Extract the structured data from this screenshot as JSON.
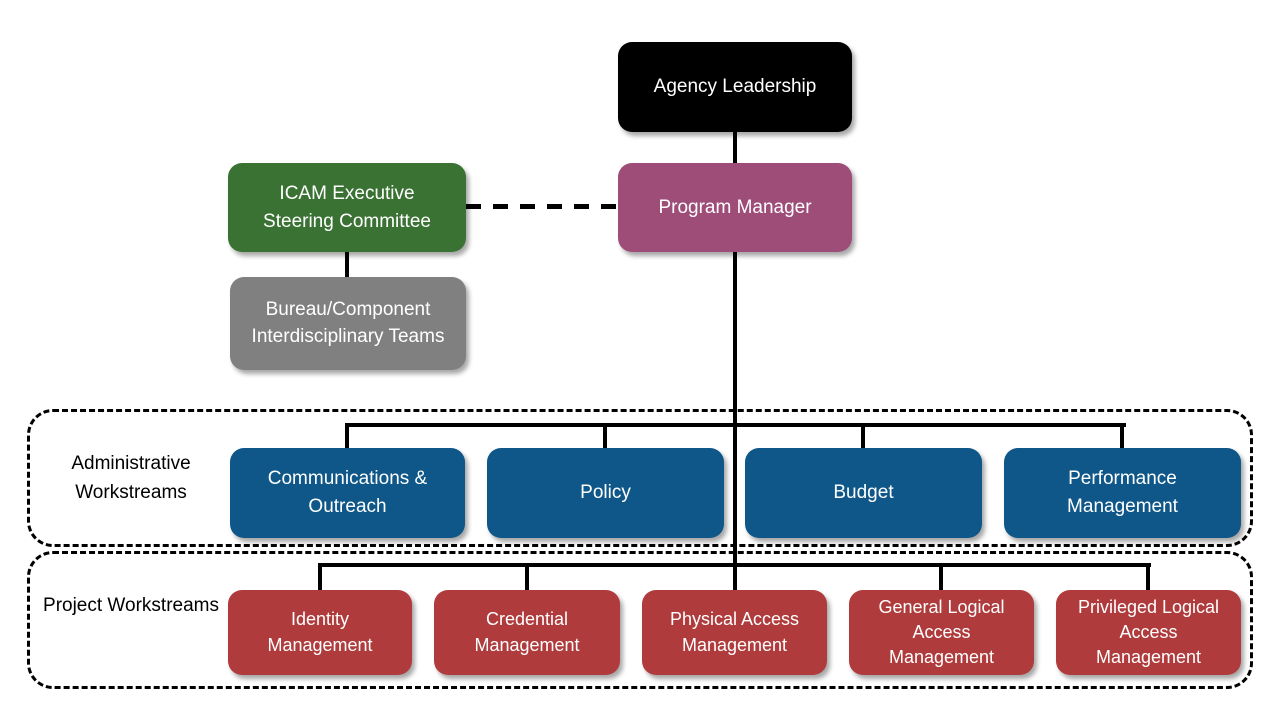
{
  "nodes": {
    "agency_leadership": {
      "label": "Agency Leadership",
      "color": "#000000",
      "text_color": "#ffffff"
    },
    "program_manager": {
      "label": "Program Manager",
      "color": "#9e4d79",
      "text_color": "#ffffff"
    },
    "icam_esc": {
      "label": "ICAM Executive Steering Committee",
      "color": "#3a7233",
      "text_color": "#ffffff"
    },
    "bureau_teams": {
      "label": "Bureau/Component Interdisciplinary Teams",
      "color": "#808080",
      "text_color": "#ffffff"
    }
  },
  "sections": {
    "administrative": {
      "label": "Administrative Workstreams",
      "item_color": "#0f5789",
      "items": [
        {
          "label": "Communications & Outreach"
        },
        {
          "label": "Policy"
        },
        {
          "label": "Budget"
        },
        {
          "label": "Performance Management"
        }
      ]
    },
    "project": {
      "label": "Project Workstreams",
      "item_color": "#b03b3c",
      "items": [
        {
          "label": "Identity Management"
        },
        {
          "label": "Credential Management"
        },
        {
          "label": "Physical Access Management"
        },
        {
          "label": "General Logical Access Management"
        },
        {
          "label": "Privileged Logical Access Management"
        }
      ]
    }
  },
  "connectors": {
    "line_color": "#000000",
    "esc_to_program_style": "dashed",
    "all_other_style": "solid"
  }
}
